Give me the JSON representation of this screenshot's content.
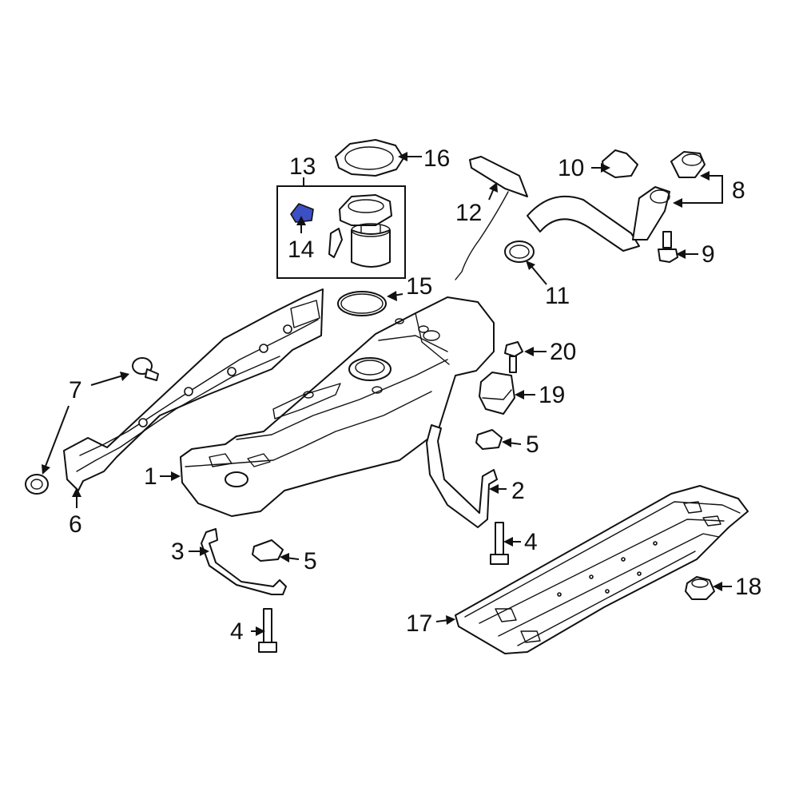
{
  "callouts": {
    "c1": "1",
    "c2": "2",
    "c3": "3",
    "c4a": "4",
    "c4b": "4",
    "c5a": "5",
    "c5b": "5",
    "c6": "6",
    "c7": "7",
    "c8": "8",
    "c9": "9",
    "c10": "10",
    "c11": "11",
    "c12": "12",
    "c13": "13",
    "c14": "14",
    "c15": "15",
    "c16": "16",
    "c17": "17",
    "c18": "18",
    "c19": "19",
    "c20": "20"
  },
  "colors": {
    "line": "#111111",
    "background": "#ffffff",
    "highlight": "#3d4fc4"
  }
}
